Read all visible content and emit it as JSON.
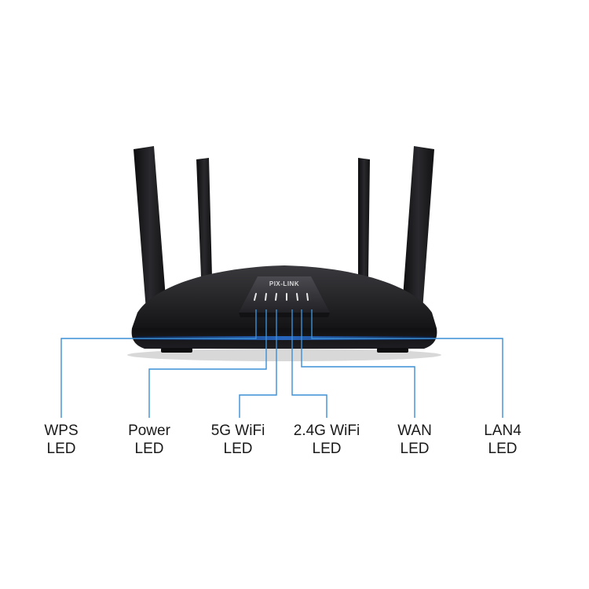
{
  "device": {
    "brand": "PIX-LINK",
    "colors": {
      "body": "#1b1b1d",
      "accent_strip": "#1f5fbf",
      "callout_line": "#3b8fd6"
    }
  },
  "leds": [
    {
      "line1": "WPS",
      "line2": "LED"
    },
    {
      "line1": "Power",
      "line2": "LED"
    },
    {
      "line1": "5G WiFi",
      "line2": "LED"
    },
    {
      "line1": "2.4G WiFi",
      "line2": "LED"
    },
    {
      "line1": "WAN",
      "line2": "LED"
    },
    {
      "line1": "LAN4",
      "line2": "LED"
    }
  ]
}
